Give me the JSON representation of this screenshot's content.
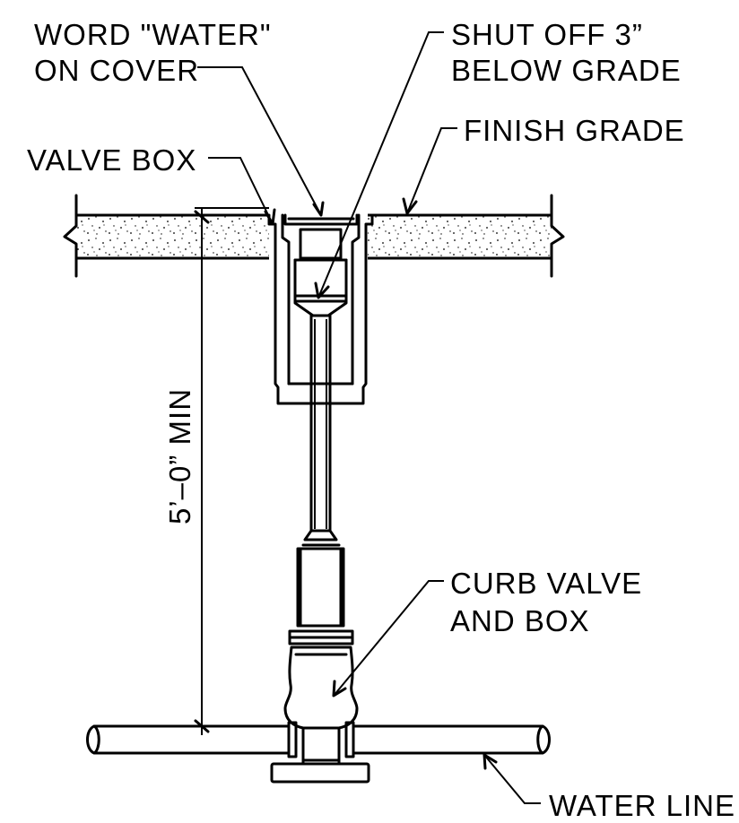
{
  "labels": {
    "word_water_line1": "WORD \"WATER\"",
    "word_water_line2": "ON COVER",
    "shut_off_line1": "SHUT OFF 3”",
    "shut_off_line2": "BELOW GRADE",
    "finish_grade": "FINISH GRADE",
    "valve_box": "VALVE BOX",
    "min_depth": "5’–0” MIN",
    "curb_valve_line1": "CURB VALVE",
    "curb_valve_line2": "AND BOX",
    "water_line": "WATER LINE"
  }
}
